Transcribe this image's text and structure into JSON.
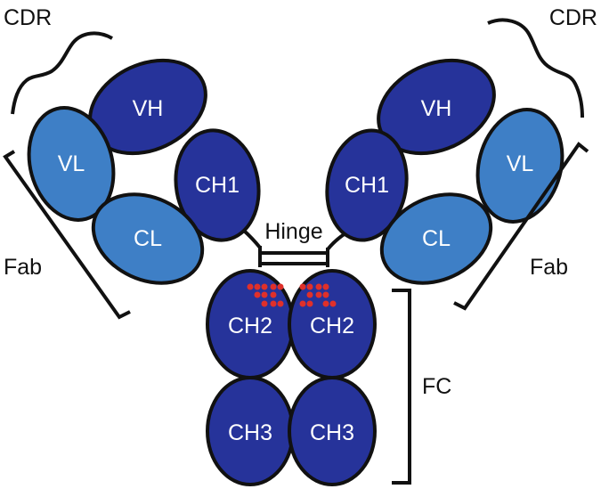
{
  "labels": {
    "cdr_left": "CDR",
    "cdr_right": "CDR",
    "fab_left": "Fab",
    "fab_right": "Fab",
    "hinge": "Hinge",
    "fc": "FC"
  },
  "domains": {
    "vh_left": "VH",
    "vl_left": "VL",
    "ch1_left": "CH1",
    "cl_left": "CL",
    "vh_right": "VH",
    "vl_right": "VL",
    "ch1_right": "CH1",
    "cl_right": "CL",
    "ch2_left": "CH2",
    "ch2_right": "CH2",
    "ch3_left": "CH3",
    "ch3_right": "CH3"
  },
  "colors": {
    "heavy_chain": "#26339a",
    "light_chain": "#3e7fc6",
    "disulfide_bond": "#e0302a",
    "outline": "#111111"
  }
}
